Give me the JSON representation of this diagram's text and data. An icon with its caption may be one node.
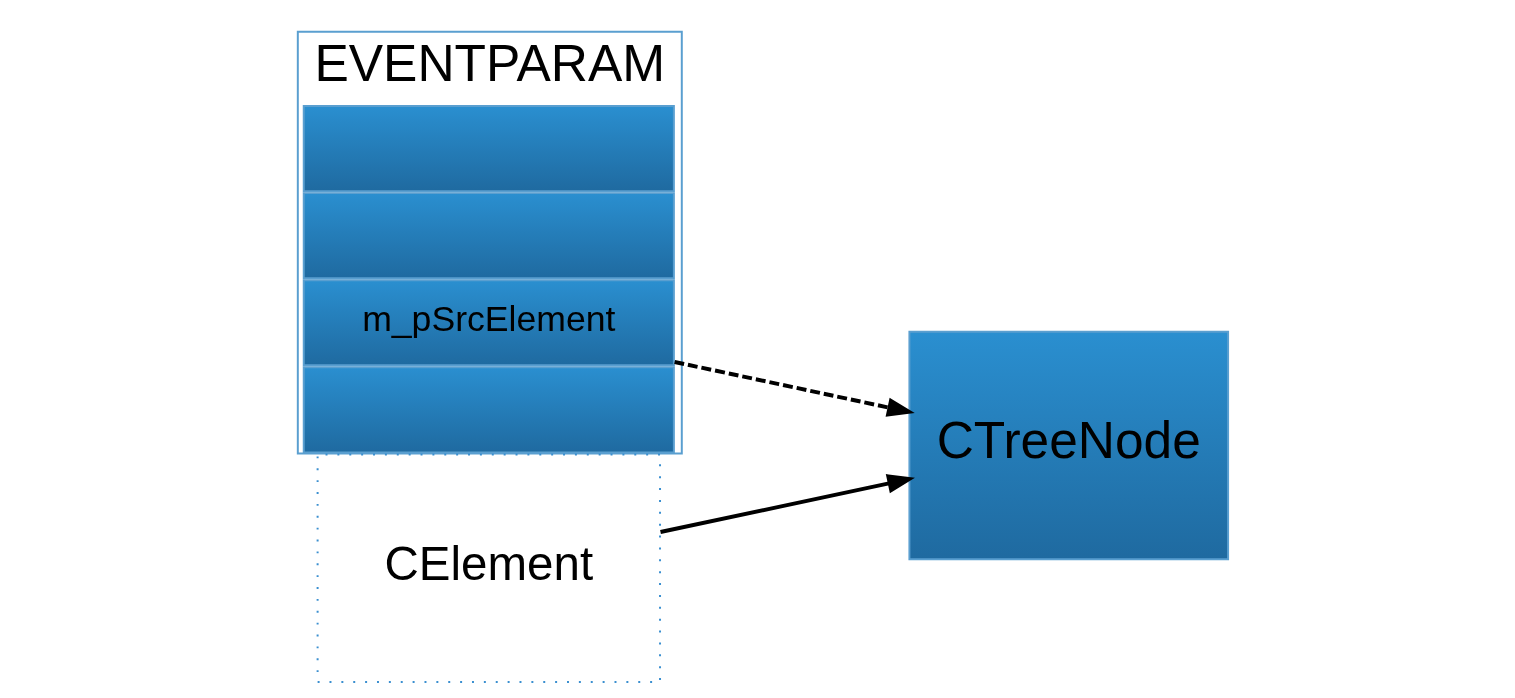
{
  "diagram": {
    "nodes": [
      {
        "text": [
          "EVENTPARAM"
        ]
      },
      {
        "text": [],
        "shape": "box",
        "in": 0
      },
      {
        "text": [],
        "shape": "box",
        "in": 0
      },
      {
        "text": [
          "m_pSrcElement"
        ],
        "in": 0
      },
      {
        "text": [],
        "shape": "box",
        "in": 0
      },
      {
        "text": [
          "CTreeNode"
        ]
      },
      {
        "text": [
          "CElement"
        ]
      }
    ],
    "edges": [
      {
        "from": 3,
        "to": 5,
        "arrow": "to",
        "style": "dashed"
      },
      {
        "from": 6,
        "to": 5,
        "arrow": "to"
      }
    ]
  }
}
